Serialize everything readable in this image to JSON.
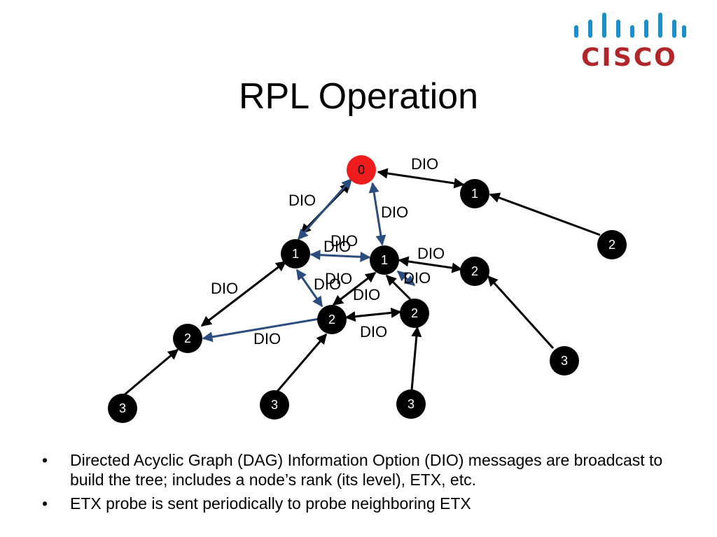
{
  "title": "RPL Operation",
  "logo": {
    "text": "CISCO",
    "color": "#b0262a",
    "bars_color": "#1a8fc9"
  },
  "colors": {
    "root_node": "#ee1c1c",
    "node": "#000000",
    "black_arrow": "#000000",
    "blue_arrow": "#2b4c7e"
  },
  "message_label": "DIO",
  "nodes": [
    {
      "id": "root",
      "rank": "0"
    },
    {
      "id": "a",
      "rank": "1"
    },
    {
      "id": "b",
      "rank": "2"
    },
    {
      "id": "c",
      "rank": "1"
    },
    {
      "id": "d",
      "rank": "1"
    },
    {
      "id": "e",
      "rank": "2"
    },
    {
      "id": "f",
      "rank": "2"
    },
    {
      "id": "g",
      "rank": "2"
    },
    {
      "id": "h",
      "rank": "2"
    },
    {
      "id": "i",
      "rank": "3"
    },
    {
      "id": "j",
      "rank": "3"
    },
    {
      "id": "k",
      "rank": "3"
    },
    {
      "id": "l",
      "rank": "3"
    }
  ],
  "bullets": [
    "Directed Acyclic Graph (DAG) Information Option (DIO) messages are broadcast to build the tree; includes a node’s rank (its level), ETX, etc.",
    "ETX probe is sent periodically to probe neighboring ETX"
  ]
}
